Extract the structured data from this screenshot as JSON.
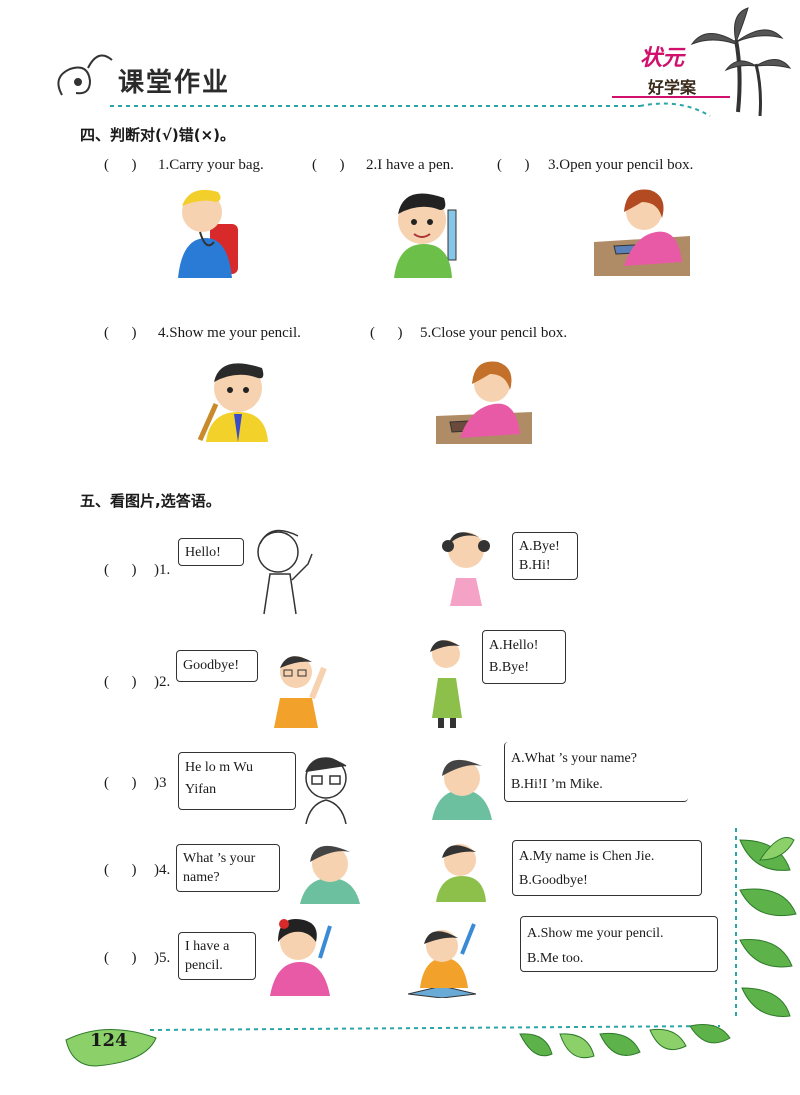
{
  "header": {
    "title": "课堂作业",
    "brand_top": "状元",
    "brand_bottom": "好学案"
  },
  "section4": {
    "title": "四、判断对(√)错(×)。",
    "paren": "(      )",
    "items": [
      {
        "text": "1.Carry your bag."
      },
      {
        "text": "2.I have a pen."
      },
      {
        "text": "3.Open your pencil box."
      },
      {
        "text": "4.Show me your pencil."
      },
      {
        "text": "5.Close your pencil box."
      }
    ]
  },
  "section5": {
    "title": "五、看图片,选答语。",
    "items": [
      {
        "num": ")1.",
        "speech": "Hello!",
        "opt_a": "A.Bye!",
        "opt_b": "B.Hi!"
      },
      {
        "num": ")2.",
        "speech": "Goodbye!",
        "opt_a": "A.Hello!",
        "opt_b": "B.Bye!"
      },
      {
        "num": ")3",
        "speech_1": "He lo     m Wu",
        "speech_2": "Yifan",
        "opt_a": "A.What ’s your name?",
        "opt_b": "B.Hi!I ’m Mike."
      },
      {
        "num": ")4.",
        "speech_1": "What ’s your",
        "speech_2": "name?",
        "opt_a": "A.My name is Chen Jie.",
        "opt_b": "B.Goodbye!"
      },
      {
        "num": ")5.",
        "speech_1": "I have a",
        "speech_2": "pencil.",
        "opt_a": "A.Show me your pencil.",
        "opt_b": "B.Me too."
      }
    ]
  },
  "footer": {
    "page_number": "124"
  },
  "colors": {
    "accent_green": "#5db24a",
    "dash_teal": "#2aa6a6",
    "brand_pink": "#d0106c"
  }
}
